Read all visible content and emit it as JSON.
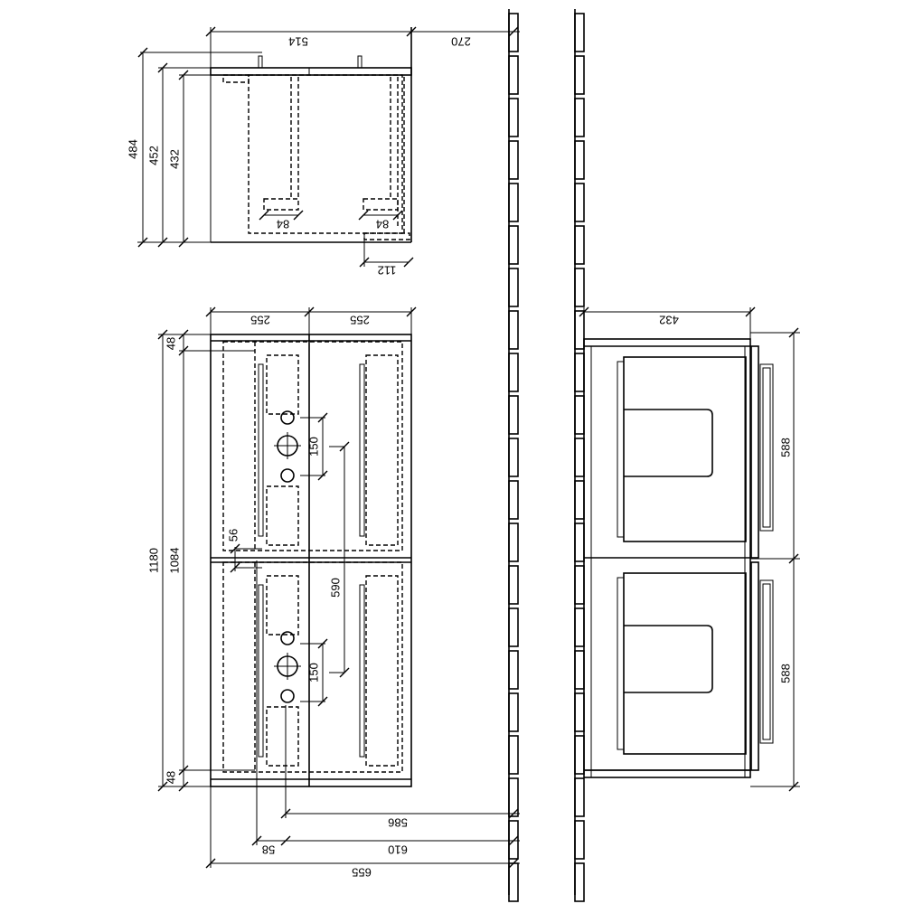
{
  "top_view": {
    "width_514": "514",
    "wall_270": "270",
    "h_484": "484",
    "h_452": "452",
    "h_432": "432",
    "trap_a": "84",
    "trap_b": "84",
    "depth_112": "112"
  },
  "front_view": {
    "w_left": "255",
    "w_right": "255",
    "top_48": "48",
    "h_1180": "1180",
    "h_1084": "1084",
    "holes_upper": "150",
    "holes_lower": "150",
    "gap_56": "56",
    "spacing_590": "590",
    "bottom_48": "48",
    "d_586": "586",
    "d_610": "610",
    "d_58": "58",
    "d_655": "655"
  },
  "side_view": {
    "depth_432": "432",
    "drawer_upper": "588",
    "drawer_lower": "588"
  }
}
